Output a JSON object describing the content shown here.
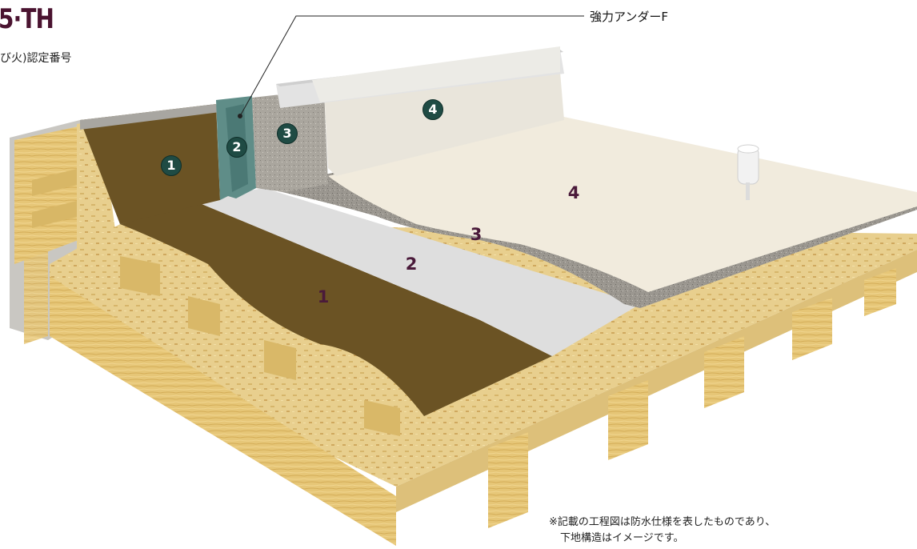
{
  "title": "5·TH",
  "subtitle": "び火)認定番号",
  "callout": "強力アンダーF",
  "layer_labels": [
    "1",
    "2",
    "3",
    "4"
  ],
  "wall_labels": [
    "1",
    "2",
    "3",
    "4"
  ],
  "note": {
    "line1": "※記載の工程図は防水仕様を表したものであり、",
    "line2": "下地構造はイメージです。"
  },
  "colors": {
    "title": "#4a1330",
    "layer1": "#6b5324",
    "layer2": "#dcdcdc",
    "layer3": "#9a9690",
    "layer4": "#f1ebdd",
    "plywood": "#e6cd8c",
    "badge": "#1f4b44"
  }
}
